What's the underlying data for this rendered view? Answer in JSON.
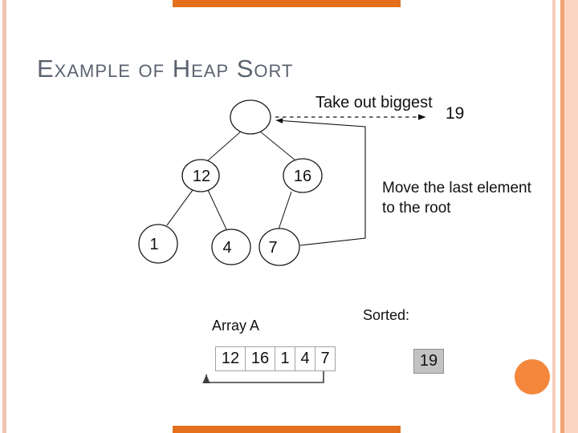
{
  "title": "Example of Heap Sort",
  "tree": {
    "nodes": [
      {
        "id": "root",
        "label": ""
      },
      {
        "id": "n12",
        "label": "12"
      },
      {
        "id": "n16",
        "label": "16"
      },
      {
        "id": "n1",
        "label": "1"
      },
      {
        "id": "n4",
        "label": "4"
      },
      {
        "id": "n7",
        "label": "7"
      }
    ],
    "edges": [
      [
        "root",
        "n12"
      ],
      [
        "root",
        "n16"
      ],
      [
        "n12",
        "n1"
      ],
      [
        "n12",
        "n4"
      ],
      [
        "n16",
        "n7"
      ]
    ]
  },
  "annotations": {
    "take_out": "Take out biggest",
    "taken_value": "19",
    "move_line1": "Move the last element",
    "move_line2": "to the root"
  },
  "array": {
    "label": "Array A",
    "cells": [
      "12",
      "16",
      "1",
      "4",
      "7"
    ]
  },
  "sorted": {
    "label": "Sorted:",
    "value": "19"
  },
  "colors": {
    "title_text": "#5B6370",
    "accent_circle": "#F4873C",
    "edge_bars": "#E4701E",
    "side_stripe_pink": "#F3C4B3",
    "side_stripe_orange": "#F0A477",
    "side_stripe_peach": "#FBD5C1",
    "sorted_box_bg": "#C3C3C3",
    "diagram_ink": "#111111"
  }
}
